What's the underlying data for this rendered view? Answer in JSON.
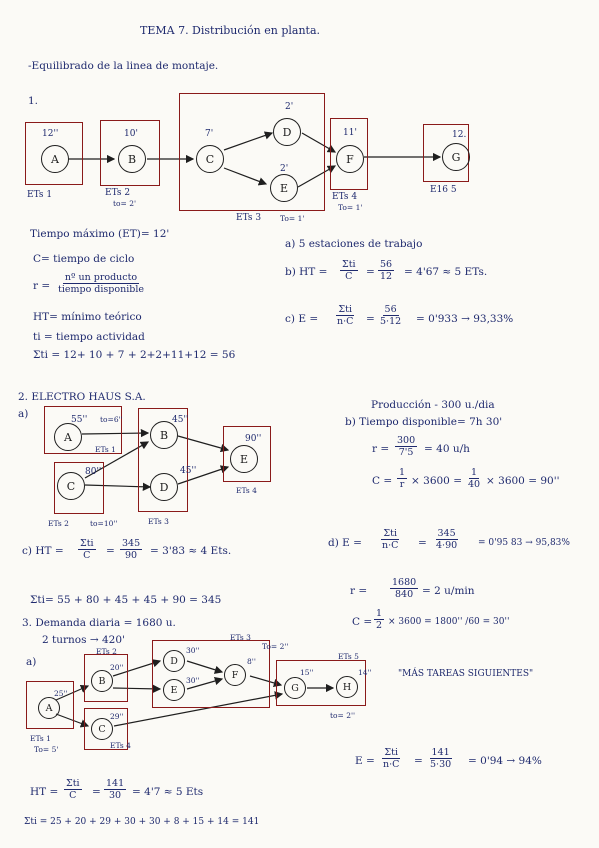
{
  "header": {
    "title": "TEMA 7. Distribución en planta.",
    "subtitle": "-Equilibrado de la linea de montaje."
  },
  "ex1": {
    "number": "1.",
    "nodes": {
      "a": "A",
      "b": "B",
      "c": "C",
      "d": "D",
      "e": "E",
      "f": "F",
      "g": "G"
    },
    "times": {
      "a": "12''",
      "b": "10'",
      "c": "7'",
      "d": "2'",
      "e": "2'",
      "f": "11'",
      "g": "12."
    },
    "stations": {
      "s1": "ETs 1",
      "s2": "ETs 2",
      "s2t": "to= 2'",
      "s3": "ETs 3",
      "s3t": "To= 1'",
      "s4": "ETs 4",
      "s4t": "To= 1'",
      "s5": "E16 5"
    },
    "notes": [
      "Tiempo máximo (ET)= 12'",
      "C= tiempo de ciclo",
      "r =",
      "HT= mínimo teórico",
      "ti = tiempo actividad",
      "Σti = 12+ 10 + 7 + 2+2+11+12 = 56"
    ],
    "r_num": "nº un producto",
    "r_den": "tiempo disponible",
    "a_text": "a) 5 estaciones de trabajo",
    "b_prefix": "b) HT =",
    "b_n1": "Σti",
    "b_d1": "C",
    "b_eq": "=",
    "b_n2": "56",
    "b_d2": "12",
    "b_res": "= 4'67 ≈ 5 ETs.",
    "c_prefix": "c) E =",
    "c_n1": "Σti",
    "c_d1": "n·C",
    "c_eq": "=",
    "c_n2": "56",
    "c_d2": "5·12",
    "c_res": "= 0'933 → 93,33%"
  },
  "ex2": {
    "title": "2. ELECTRO HAUS S.A.",
    "a_label": "a)",
    "nodes": {
      "a": "A",
      "b": "B",
      "c": "C",
      "d": "D",
      "e": "E"
    },
    "times": {
      "a": "55''",
      "b": "45''",
      "c": "80''",
      "d": "45''",
      "e": "90''"
    },
    "stations": {
      "s1": "ETs 1",
      "s1t": "to=6''",
      "s2": "ETs 2",
      "s2t": "to=10''",
      "s3": "ETs 3",
      "s4": "ETs 4"
    },
    "prod": "Producción - 300 u./dia",
    "b_label": "b) Tiempo disponible= 7h 30'",
    "r_lbl": "r =",
    "r_n": "300",
    "r_d": "7'5",
    "r_res": "= 40 u/h",
    "C_lbl": "C =",
    "C_n": "1",
    "C_d": "r",
    "C_mid": "× 3600 =",
    "C_n2": "1",
    "C_d2": "40",
    "C_res": "× 3600 = 90''",
    "c_prefix": "c) HT =",
    "c_n1": "Σti",
    "c_d1": "C",
    "c_eq": "=",
    "c_n2": "345",
    "c_d2": "90",
    "c_res": "= 3'83 ≈ 4 Ets.",
    "d_prefix": "d) E =",
    "d_n1": "Σti",
    "d_d1": "n·C",
    "d_eq": "=",
    "d_n2": "345",
    "d_d2": "4·90",
    "d_res": "= 0'95 83 → 95,83%",
    "sum": "Σti= 55 + 80 + 45 + 45 + 90 = 345",
    "r2_lbl": "r =",
    "r2_n": "1680",
    "r2_d": "840",
    "r2_res": "= 2 u/min",
    "C2_lbl": "C =",
    "C2_n": "1",
    "C2_d": "2",
    "C2_res": "× 3600 = 1800'' /60 = 30''"
  },
  "ex3": {
    "title": "3. Demanda diaria = 1680 u.",
    "shifts": "2 turnos → 420'",
    "a_label": "a)",
    "nodes": {
      "a": "A",
      "b": "B",
      "c": "C",
      "d": "D",
      "e": "E",
      "f": "F",
      "g": "G",
      "h": "H"
    },
    "times": {
      "a": "25''",
      "b": "20''",
      "c": "29''",
      "d": "30''",
      "e": "30''",
      "f": "8''",
      "g": "15''",
      "h": "14''"
    },
    "stations": {
      "s1": "ETs 1",
      "s1t": "To= 5'",
      "s2": "ETs 2",
      "s3": "ETs 3",
      "s3t": "To= 2''",
      "s4": "ETs 4",
      "s5": "ETs 5",
      "s5t": "to= 2''"
    },
    "note": "\"MÁS TAREAS SIGUIENTES\"",
    "ht_prefix": "HT =",
    "ht_n1": "Σti",
    "ht_d1": "C",
    "ht_eq": "=",
    "ht_n2": "141",
    "ht_d2": "30",
    "ht_res": "= 4'7 ≈ 5 Ets",
    "sum": "Σti = 25 + 20 + 29 + 30 + 30 + 8 + 15 + 14 = 141",
    "e_prefix": "E =",
    "e_n1": "Σti",
    "e_d1": "n·C",
    "e_eq": "=",
    "e_n2": "141",
    "e_d2": "5·30",
    "e_res": "= 0'94 → 94%"
  },
  "colors": {
    "ink": "#1f2a6e",
    "station_box": "#8a1a1a",
    "node": "#1f1f1f",
    "paper": "#fbfaf6"
  }
}
